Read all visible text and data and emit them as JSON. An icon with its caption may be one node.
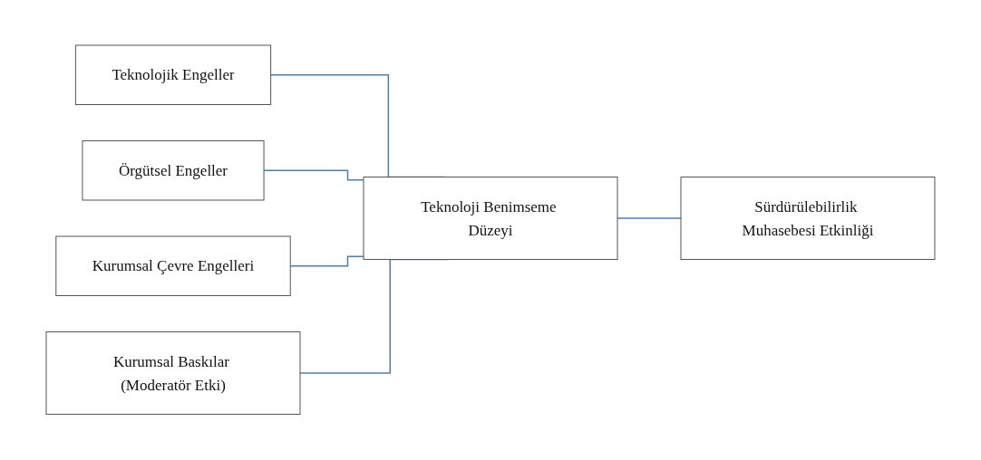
{
  "diagram": {
    "nodes": [
      {
        "text": [
          "Teknolojik Engeller"
        ]
      },
      {
        "text": [
          "Örgütsel Engeller"
        ]
      },
      {
        "text": [
          "Kurumsal Çevre Engelleri"
        ]
      },
      {
        "text": [
          "Kurumsal Baskılar (Moderatör Etki)"
        ]
      },
      {
        "text": [
          "Teknoloji Benimseme Düzeyi"
        ]
      },
      {
        "text": [
          "Sürdürülebilirlik Muhasebesi Etkinliği"
        ]
      }
    ],
    "edges": [
      {
        "from": 0,
        "to": 4,
        "arrow": "none"
      },
      {
        "from": 1,
        "to": 4,
        "arrow": "none"
      },
      {
        "from": 2,
        "to": 4,
        "arrow": "none"
      },
      {
        "from": 3,
        "to": 4,
        "arrow": "none"
      },
      {
        "from": 4,
        "to": 5,
        "arrow": "none"
      }
    ]
  }
}
